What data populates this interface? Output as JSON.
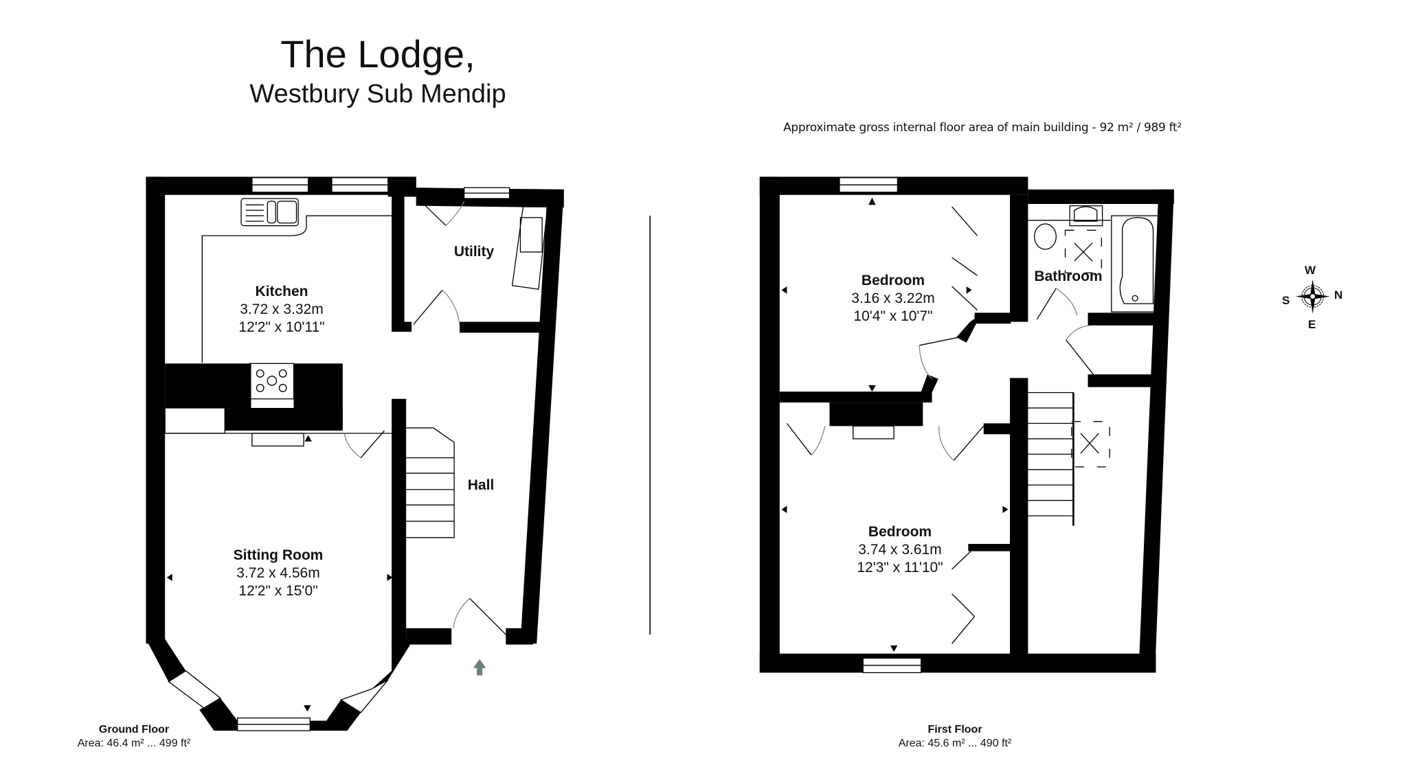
{
  "header": {
    "title": "The Lodge,",
    "subtitle": "Westbury Sub Mendip",
    "gross_area": "Approximate gross internal floor area of main building  -  92 m² /  989 ft²"
  },
  "ground_floor": {
    "label": "Ground Floor",
    "area": "Area: 46.4 m² ... 499 ft²",
    "rooms": [
      {
        "name": "Kitchen",
        "metric": "3.72 x 3.32m",
        "imperial": "12'2\" x 10'11\""
      },
      {
        "name": "Utility",
        "metric": "",
        "imperial": ""
      },
      {
        "name": "Hall",
        "metric": "",
        "imperial": ""
      },
      {
        "name": "Sitting Room",
        "metric": "3.72 x 4.56m",
        "imperial": "12'2\" x 15'0\""
      }
    ],
    "entrance_arrow_color": "#6b7f7c"
  },
  "first_floor": {
    "label": "First Floor",
    "area": "Area: 45.6 m² ... 490 ft²",
    "rooms": [
      {
        "name": "Bedroom",
        "metric": "3.16 x 3.22m",
        "imperial": "10'4\" x 10'7\""
      },
      {
        "name": "Bathroom",
        "metric": "",
        "imperial": ""
      },
      {
        "name": "Bedroom",
        "metric": "3.74 x 3.61m",
        "imperial": "12'3\" x 11'10\""
      }
    ]
  },
  "compass": {
    "top": "W",
    "right": "N",
    "bottom": "E",
    "left": "S"
  }
}
